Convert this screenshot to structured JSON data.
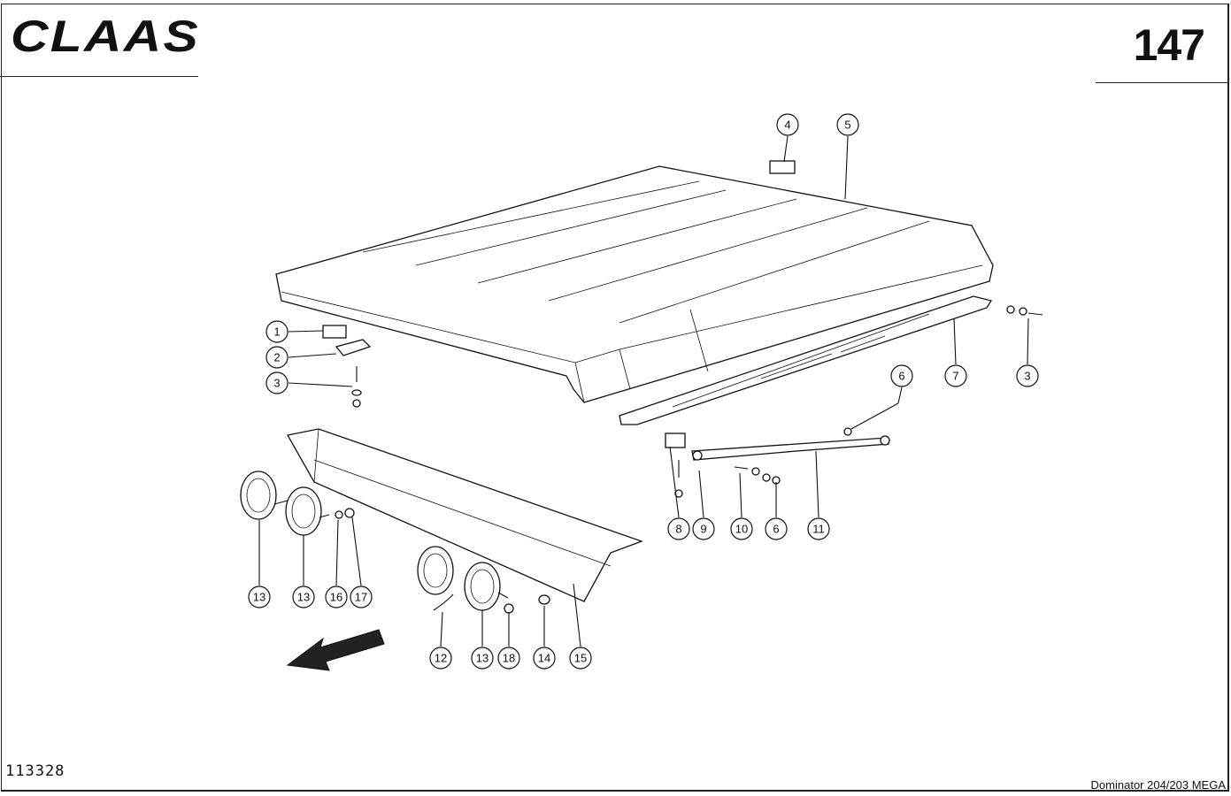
{
  "header": {
    "logo_text": "CLAAS",
    "page_number": "147"
  },
  "footer": {
    "document_id": "113328",
    "model": "Dominator 204/203 MEGA"
  },
  "callouts": [
    "1",
    "2",
    "3",
    "4",
    "5",
    "3",
    "6",
    "7",
    "8",
    "9",
    "10",
    "6",
    "11",
    "13",
    "13",
    "16",
    "17",
    "12",
    "13",
    "18",
    "14",
    "15"
  ],
  "direction_arrow": "arrow-icon"
}
